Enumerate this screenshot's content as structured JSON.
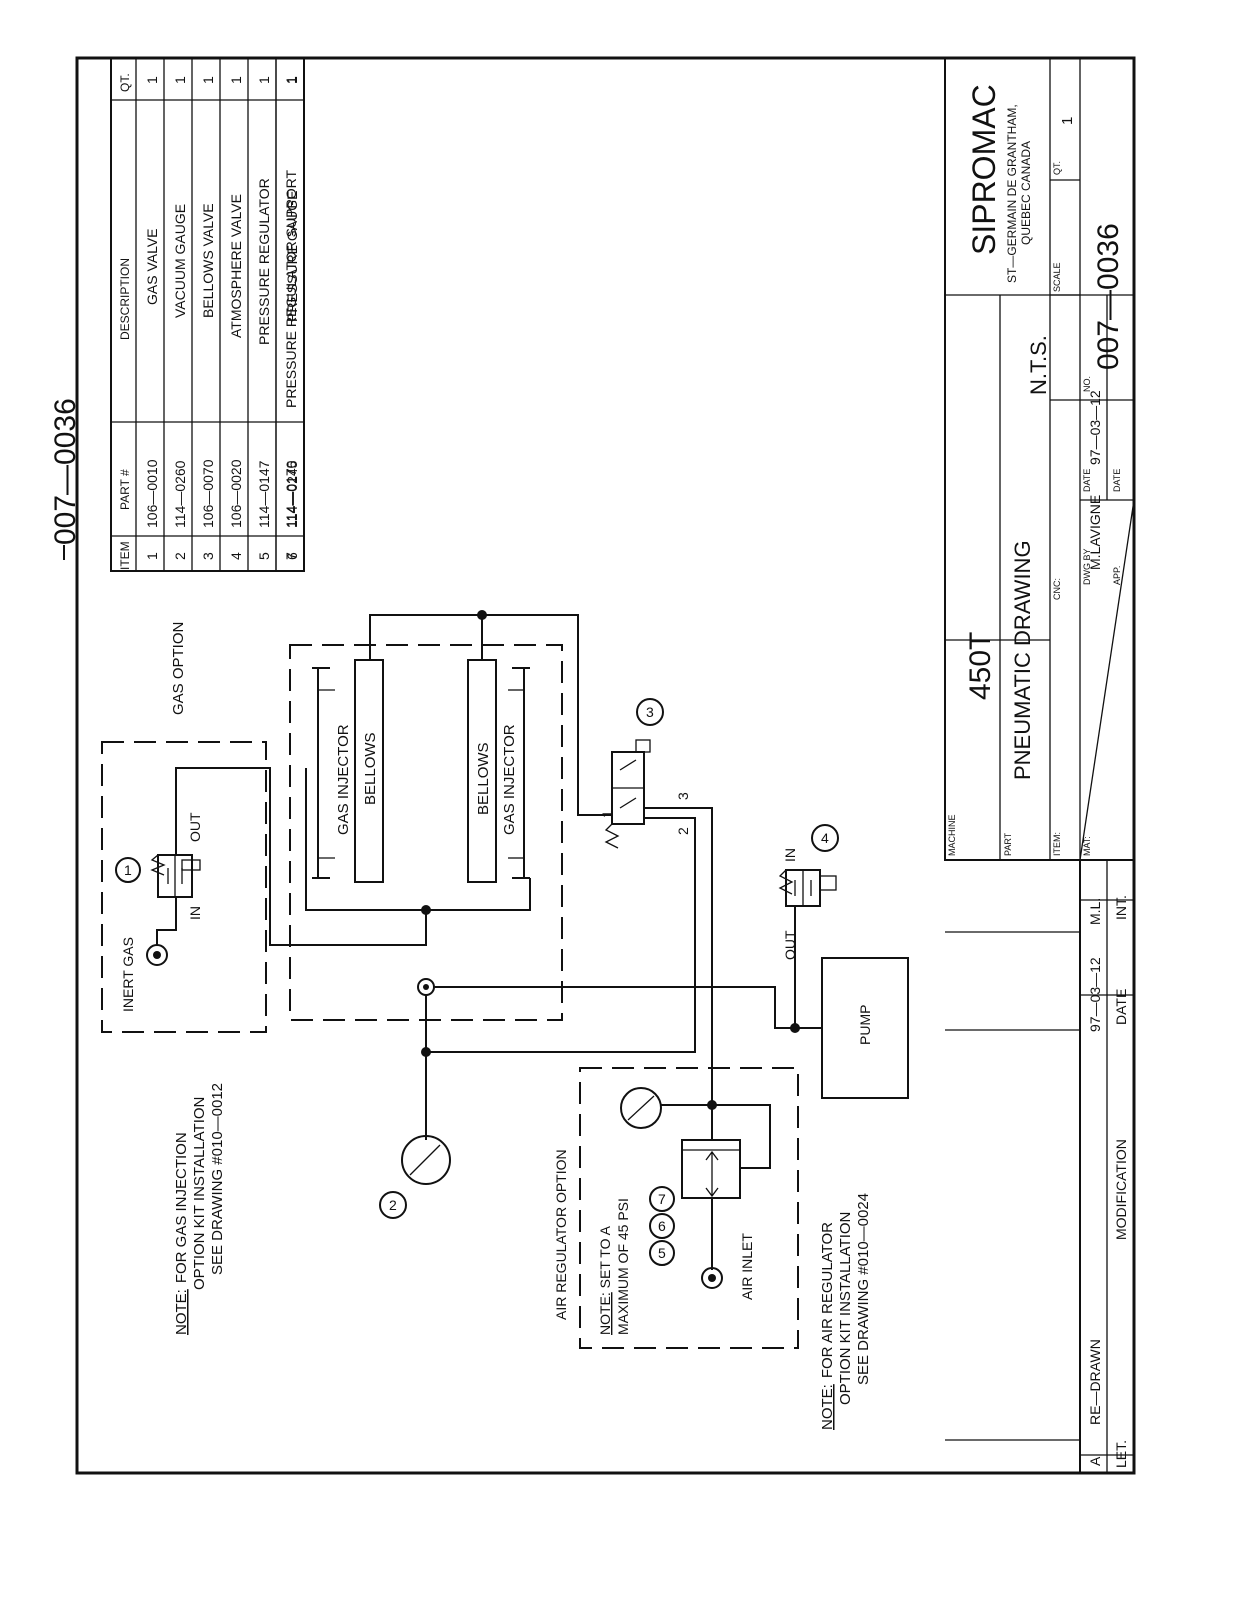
{
  "page_number_top": "007—0036",
  "bom": {
    "headers": {
      "item": "ITEM",
      "part": "PART #",
      "description": "DESCRIPTION",
      "qty": "QT."
    },
    "rows": [
      {
        "item": "1",
        "part": "106—0010",
        "description": "GAS VALVE",
        "qty": "1"
      },
      {
        "item": "2",
        "part": "114—0260",
        "description": "VACUUM GAUGE",
        "qty": "1"
      },
      {
        "item": "3",
        "part": "106—0070",
        "description": "BELLOWS VALVE",
        "qty": "1"
      },
      {
        "item": "4",
        "part": "106—0020",
        "description": "ATMOSPHERE VALVE",
        "qty": "1"
      },
      {
        "item": "5",
        "part": "114—0147",
        "description": "PRESSURE REGULATOR",
        "qty": "1"
      },
      {
        "item": "6",
        "part": "114—0245",
        "description": "PRESSURE GAUGE",
        "qty": "1"
      },
      {
        "item": "7",
        "part": "114—0170",
        "description": "PRESSURE REGULATOR SUPPORT",
        "qty": "1"
      }
    ]
  },
  "diagram": {
    "gas_option": "GAS OPTION",
    "inert_gas": "INERT GAS",
    "port_in": "IN",
    "port_out": "OUT",
    "gas_injector": "GAS INJECTOR",
    "bellows": "BELLOWS",
    "pump": "PUMP",
    "air_regulator_option": "AIR REGULATOR OPTION",
    "air_inlet": "AIR INLET",
    "port_1": "1",
    "port_2": "2",
    "port_3": "3",
    "callouts": {
      "c1": "1",
      "c2": "2",
      "c3": "3",
      "c4": "4",
      "c5": "5",
      "c6": "6",
      "c7": "7"
    }
  },
  "notes": {
    "label": "NOTE:",
    "gas_line1": "FOR GAS INJECTION",
    "gas_line2": "OPTION KIT INSTALLATION",
    "gas_line3": "SEE DRAWING #010—0012",
    "pressure_line1": "SET TO A",
    "pressure_line2": "MAXIMUM OF 45 PSI",
    "air_line1": "FOR AIR REGULATOR",
    "air_line2": "OPTION KIT INSTALLATION",
    "air_line3": "SEE DRAWING #010—0024"
  },
  "title_block": {
    "company": "SIPROMAC",
    "address_line1": "ST—GERMAIN DE GRANTHAM,",
    "address_line2": "QUEBEC CANADA",
    "machine_label": "MACHINE",
    "machine": "450T",
    "part_label": "PART",
    "part": "PNEUMATIC DRAWING",
    "scale_label": "SCALE",
    "scale": "N.T.S.",
    "qty_label": "QT.",
    "qty": "1",
    "item_label": "ITEM:",
    "cnc_label": "CNC:",
    "mat_label": "MAT:",
    "dwg_by_label": "DWG BY",
    "dwg_by": "M.LAVIGNE",
    "app_label": "APP.",
    "date_label": "DATE",
    "date": "97—03—12",
    "no_label": "NO.",
    "number": "007—0036"
  },
  "revisions": {
    "let_header": "LET.",
    "modification_header": "MODIFICATION",
    "date_header": "DATE",
    "int_header": "INT.",
    "rows": [
      {
        "let": "A",
        "modification": "RE—DRAWN",
        "date": "97—03—12",
        "int": "M.L."
      }
    ]
  }
}
